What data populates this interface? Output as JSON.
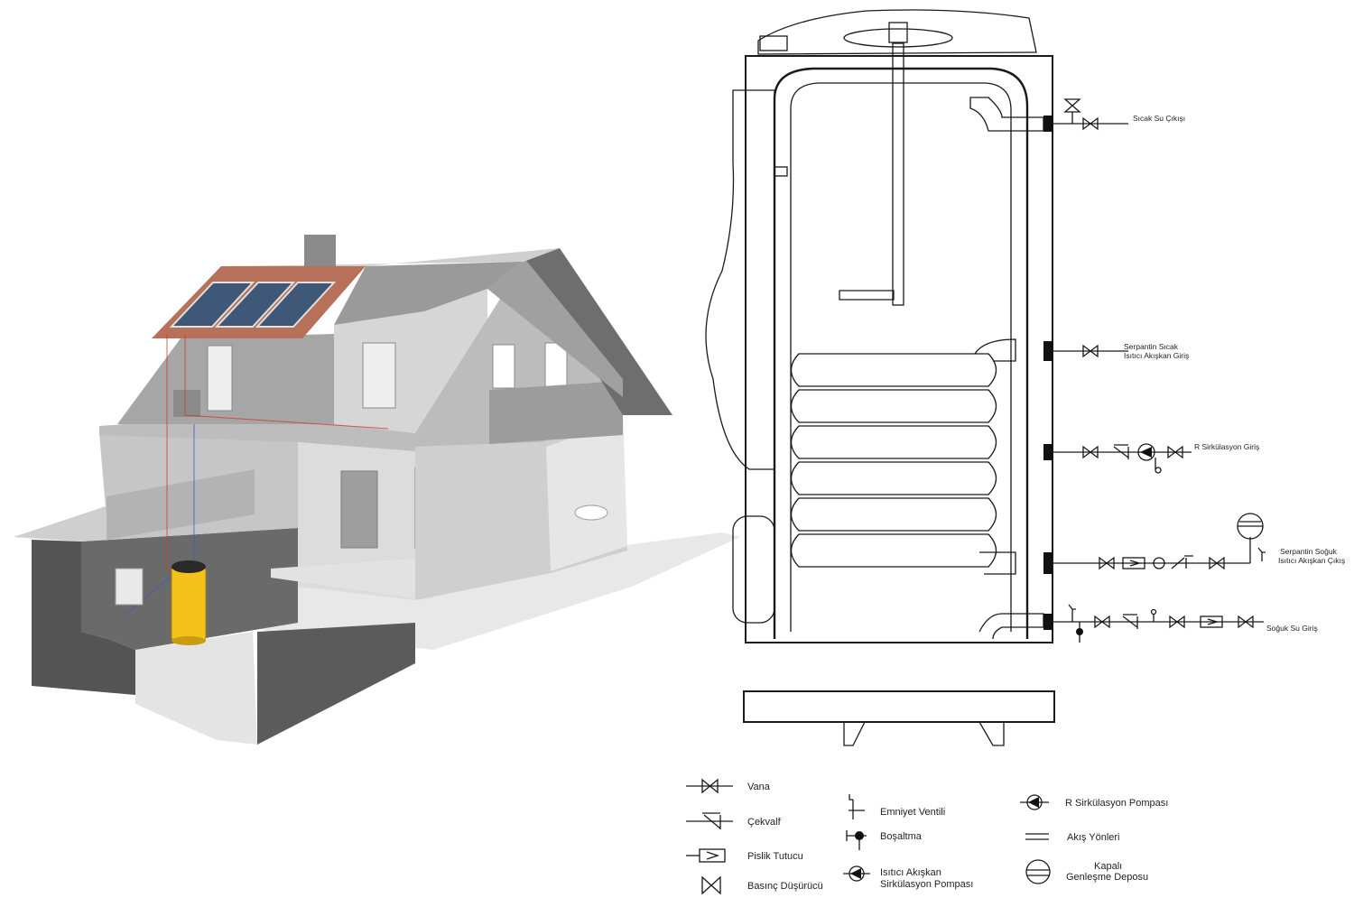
{
  "diagram": {
    "connections": [
      {
        "id": "hot_out",
        "label_lines": [
          "Sıcak Su Çıkışı"
        ]
      },
      {
        "id": "coil_hot_in",
        "label_lines": [
          "Serpantin Sıcak",
          "Isıtıcı Akışkan Giriş"
        ]
      },
      {
        "id": "recirc_in",
        "label_lines": [
          "R Sirkülasyon Giriş"
        ]
      },
      {
        "id": "coil_cold_out",
        "label_lines": [
          "Serpantin Soğuk",
          "Isıtıcı Akışkan Çıkış"
        ]
      },
      {
        "id": "cold_in",
        "label_lines": [
          "Soğuk Su Giriş"
        ]
      }
    ],
    "legend": [
      {
        "symbol": "valve",
        "lines": [
          "Vana"
        ]
      },
      {
        "symbol": "check-valve",
        "lines": [
          "Çekvalf"
        ]
      },
      {
        "symbol": "strainer",
        "lines": [
          "Pislik Tutucu"
        ]
      },
      {
        "symbol": "pressure-reducer",
        "lines": [
          "Basınç Düşürücü"
        ]
      },
      {
        "symbol": "safety-valve",
        "lines": [
          "Emniyet Ventili"
        ]
      },
      {
        "symbol": "drain",
        "lines": [
          "Boşaltma"
        ]
      },
      {
        "symbol": "heater-pump",
        "lines": [
          "Isıtıcı Akışkan",
          "Sirkülasyon Pompası"
        ]
      },
      {
        "symbol": "recirc-pump",
        "lines": [
          "R Sirkülasyon Pompası"
        ]
      },
      {
        "symbol": "flow-directions",
        "lines": [
          "Akış Yönleri"
        ]
      },
      {
        "symbol": "expansion-tank",
        "lines": [
          "Kapalı",
          "Genleşme Deposu"
        ]
      }
    ],
    "colors": {
      "boiler": "#f4c21a",
      "roof_tiles": "#b7705a",
      "solar_panel": "#3f5878",
      "wall_light": "#d2d2d2",
      "wall_mid": "#a9a9a9",
      "wall_dark": "#555555",
      "pipe_hot": "#d23a2a",
      "pipe_cold": "#3a5ad2"
    }
  }
}
